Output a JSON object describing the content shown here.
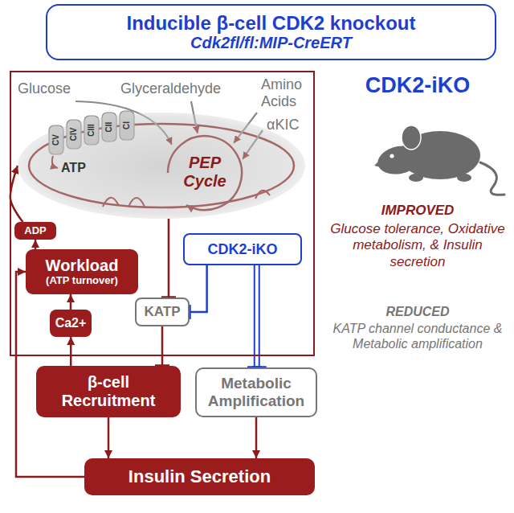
{
  "diagram": {
    "nodes": [
      {
        "text": [
          "Inducible β-cell CDK2 knockout",
          "Cdk2fl/fl:MIP-CreERT"
        ]
      },
      {
        "text": [
          "Glucose",
          "Glyceraldehyde",
          "Amino Acids",
          "αKIC"
        ]
      },
      {
        "text": [
          "CV",
          "CIV",
          "CIII",
          "CII",
          "CI",
          "ATP",
          "PEP Cycle"
        ],
        "in": 1
      },
      {
        "text": [
          "ADP"
        ],
        "in": 1
      },
      {
        "text": [
          "Workload",
          "(ATP turnover)"
        ],
        "in": 1
      },
      {
        "text": [
          "CDK2-iKO"
        ],
        "in": 1
      },
      {
        "text": [
          "Ca2+"
        ],
        "in": 1
      },
      {
        "text": [
          "KATP"
        ],
        "in": 1
      },
      {
        "text": [
          "β-cell Recruitment"
        ]
      },
      {
        "text": [
          "Metabolic Amplification"
        ]
      },
      {
        "text": [
          "Insulin Secretion"
        ]
      }
    ],
    "edges": [
      {
        "from": 2,
        "to": 7,
        "arrow": "to"
      },
      {
        "from": 5,
        "to": 7,
        "arrow": "to"
      },
      {
        "from": 5,
        "to": 9,
        "arrow": "to"
      },
      {
        "from": 7,
        "to": 8,
        "arrow": "to"
      },
      {
        "from": 8,
        "to": 6,
        "arrow": "to"
      },
      {
        "from": 6,
        "to": 4,
        "arrow": "to"
      },
      {
        "from": 4,
        "to": 3,
        "arrow": "to"
      },
      {
        "from": 3,
        "to": 2,
        "arrow": "to"
      },
      {
        "from": 8,
        "to": 10,
        "arrow": "to"
      },
      {
        "from": 9,
        "to": 10,
        "arrow": "to"
      },
      {
        "from": 10,
        "to": 4,
        "arrow": "to"
      }
    ],
    "labels": [
      "CDK2-iKO",
      "IMPROVED",
      "Glucose tolerance, Oxidative metabolism, & Insulin secretion",
      "REDUCED",
      "KATP channel conductance & Metabolic amplification"
    ]
  }
}
